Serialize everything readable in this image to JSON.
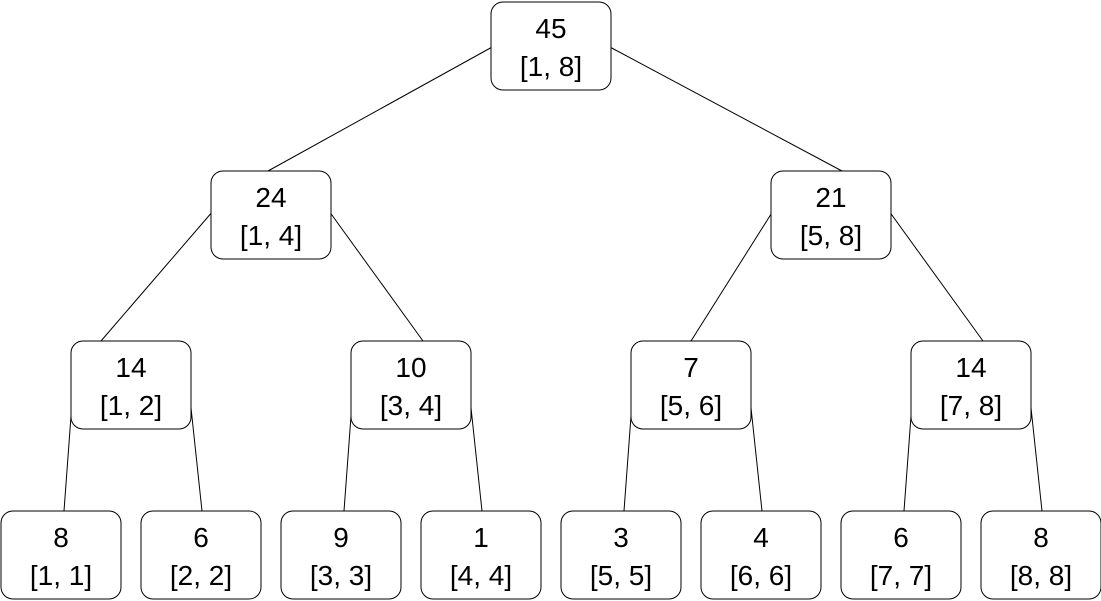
{
  "tree": {
    "root": {
      "value": "45",
      "range": "[1, 8]",
      "children": [
        {
          "value": "24",
          "range": "[1, 4]",
          "children": [
            {
              "value": "14",
              "range": "[1, 2]",
              "children": [
                {
                  "value": "8",
                  "range": "[1, 1]",
                  "children": []
                },
                {
                  "value": "6",
                  "range": "[2, 2]",
                  "children": []
                }
              ]
            },
            {
              "value": "10",
              "range": "[3, 4]",
              "children": [
                {
                  "value": "9",
                  "range": "[3, 3]",
                  "children": []
                },
                {
                  "value": "1",
                  "range": "[4, 4]",
                  "children": []
                }
              ]
            }
          ]
        },
        {
          "value": "21",
          "range": "[5, 8]",
          "children": [
            {
              "value": "7",
              "range": "[5, 6]",
              "children": [
                {
                  "value": "3",
                  "range": "[5, 5]",
                  "children": []
                },
                {
                  "value": "4",
                  "range": "[6, 6]",
                  "children": []
                }
              ]
            },
            {
              "value": "14",
              "range": "[7, 8]",
              "children": [
                {
                  "value": "6",
                  "range": "[7, 7]",
                  "children": []
                },
                {
                  "value": "8",
                  "range": "[8, 8]",
                  "children": []
                }
              ]
            }
          ]
        }
      ]
    }
  }
}
